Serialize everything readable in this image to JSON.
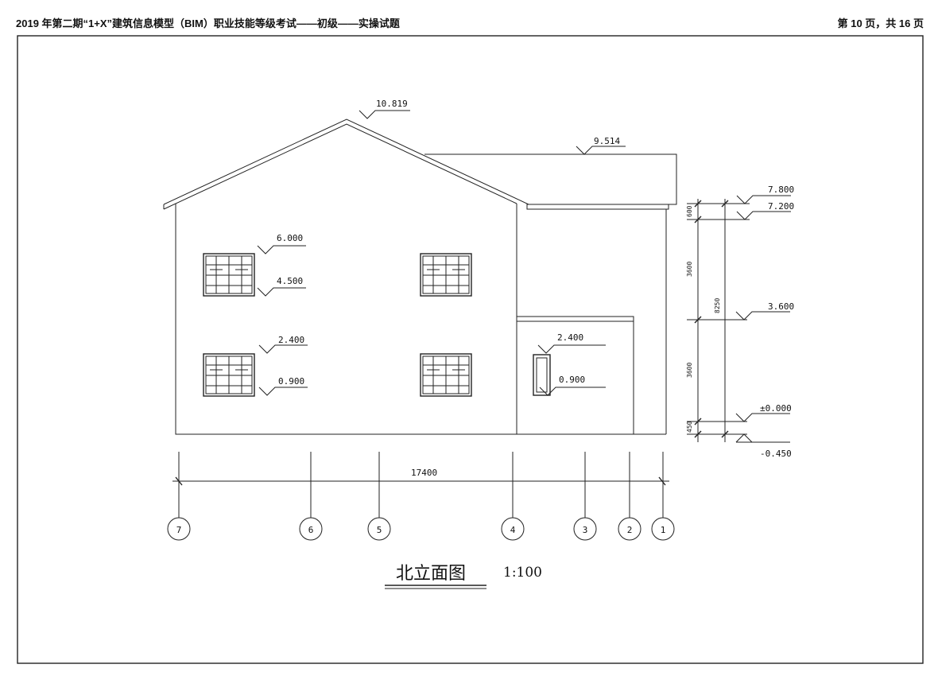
{
  "header": {
    "title": "2019 年第二期“1+X”建筑信息模型（BIM）职业技能等级考试——初级——实操试题",
    "page": "第 10 页，共 16 页"
  },
  "drawing": {
    "title": "北立面图",
    "scale": "1:100",
    "elevations": {
      "ridge_main": "10.819",
      "ridge_wing": "9.514",
      "win_upper_top": "6.000",
      "win_upper_sill": "4.500",
      "win_lower_top": "2.400",
      "win_lower_sill": "0.900",
      "door_top": "2.400",
      "door_sill": "0.900"
    },
    "right_levels": [
      "7.800",
      "7.200",
      "3.600",
      "±0.000",
      "-0.450"
    ],
    "right_dims": [
      "600",
      "3600",
      "3600",
      "450"
    ],
    "total_height_dim": "8250",
    "total_width_dim": "17400",
    "axes": [
      "7",
      "6",
      "5",
      "4",
      "3",
      "2",
      "1"
    ]
  }
}
